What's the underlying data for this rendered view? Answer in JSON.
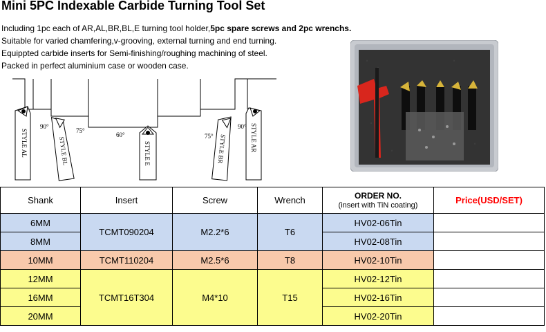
{
  "title": "Mini 5PC Indexable Carbide Turning Tool Set",
  "description": {
    "line1_prefix": "Including 1pc each of AR,AL,BR,BL,E turning tool holder,",
    "line1_bold": "5pc spare screws and 2pc wrenchs.",
    "line2": "Suitable for varied chamfering,v-grooving, external turning and end turning.",
    "line3": "Equippted carbide inserts for Semi-finishing/roughing machining of steel.",
    "line4": "Packed in perfect aluminium case or wooden case."
  },
  "diagram": {
    "tools": [
      {
        "label": "STYLE AL",
        "angle": "90°"
      },
      {
        "label": "STYLE BL",
        "angle": "75°"
      },
      {
        "label": "STYLE E",
        "angle": "60°"
      },
      {
        "label": "STYLE BR",
        "angle": "75°"
      },
      {
        "label": "STYLE AR",
        "angle": "90°"
      }
    ]
  },
  "table": {
    "headers": {
      "shank": "Shank",
      "insert": "Insert",
      "screw": "Screw",
      "wrench": "Wrench",
      "order_line1": "ORDER NO.",
      "order_line2": "(insert with TiN coating)",
      "price": "Price(USD/SET)"
    },
    "groups": [
      {
        "color": "#c9d9f1",
        "insert": "TCMT090204",
        "screw": "M2.2*6",
        "wrench": "T6",
        "rows": [
          {
            "shank": "6MM",
            "order": "HV02-06Tin"
          },
          {
            "shank": "8MM",
            "order": "HV02-08Tin"
          }
        ]
      },
      {
        "color": "#f8c9ab",
        "insert": "TCMT110204",
        "screw": "M2.5*6",
        "wrench": "T8",
        "rows": [
          {
            "shank": "10MM",
            "order": "HV02-10Tin"
          }
        ]
      },
      {
        "color": "#fcfc8e",
        "insert": "TCMT16T304",
        "screw": "M4*10",
        "wrench": "T15",
        "rows": [
          {
            "shank": "12MM",
            "order": "HV02-12Tin"
          },
          {
            "shank": "16MM",
            "order": "HV02-16Tin"
          },
          {
            "shank": "20MM",
            "order": "HV02-20Tin"
          }
        ]
      }
    ]
  }
}
